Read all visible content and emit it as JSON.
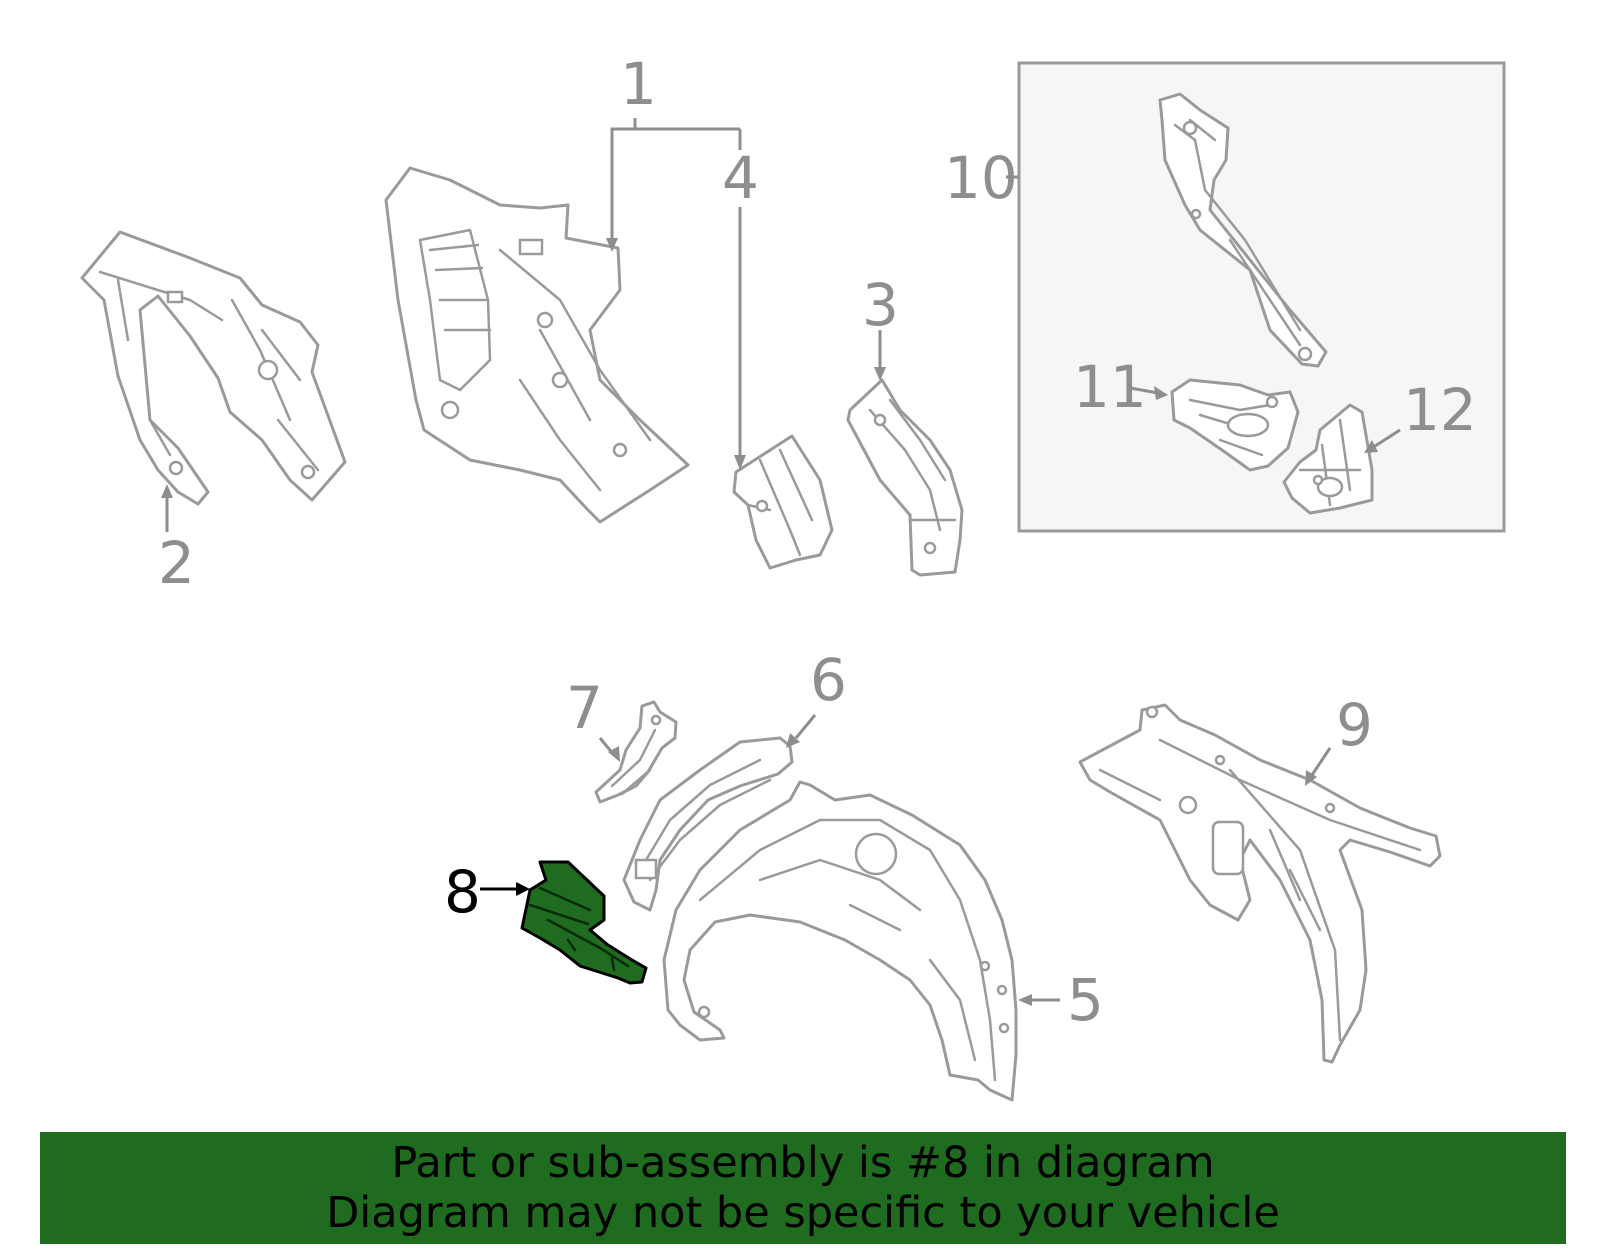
{
  "diagram": {
    "highlight_color": "#1f6b1f",
    "line_color": "#9a9a9a",
    "highlighted_part": "8",
    "callouts": [
      {
        "id": "1",
        "label": "1"
      },
      {
        "id": "2",
        "label": "2"
      },
      {
        "id": "3",
        "label": "3"
      },
      {
        "id": "4",
        "label": "4"
      },
      {
        "id": "5",
        "label": "5"
      },
      {
        "id": "6",
        "label": "6"
      },
      {
        "id": "7",
        "label": "7"
      },
      {
        "id": "8",
        "label": "8"
      },
      {
        "id": "9",
        "label": "9"
      },
      {
        "id": "10",
        "label": "10"
      },
      {
        "id": "11",
        "label": "11"
      },
      {
        "id": "12",
        "label": "12"
      }
    ]
  },
  "banner": {
    "line1": "Part or sub-assembly is #8 in diagram",
    "line2": "Diagram may not be specific to your vehicle"
  }
}
